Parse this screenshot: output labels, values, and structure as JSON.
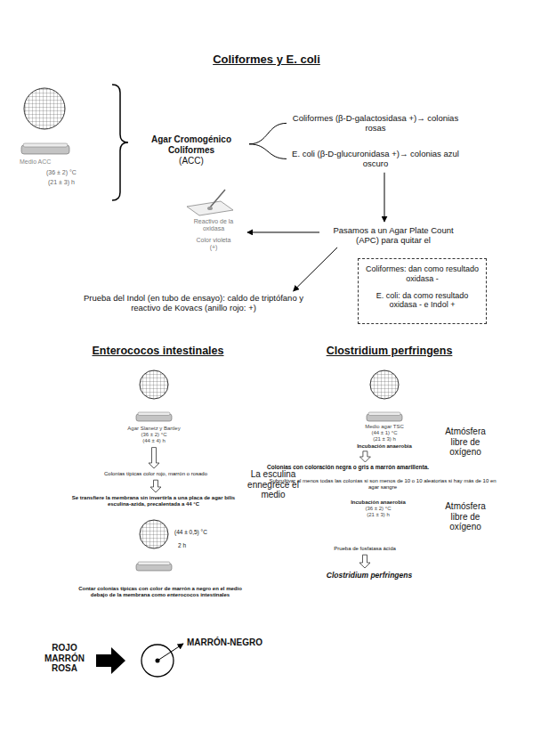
{
  "diagram": {
    "title": "Coliformes y E. coli",
    "nodes": [
      {
        "text": [
          "Medio ACC",
          "(36 ± 2) °C",
          "(21 ± 3) h"
        ]
      },
      {
        "text": [
          "Agar Cromogénico Coliformes",
          "(ACC)"
        ]
      },
      {
        "text": [
          "Coliformes (β-D-galactosidasa +)→ colonias rosas"
        ]
      },
      {
        "text": [
          "E. coli (β-D-glucuronidasa +)→ colonias azul oscuro"
        ]
      },
      {
        "text": [
          "Pasamos a un Agar Plate Count (APC) para quitar el"
        ]
      },
      {
        "text": [
          "Reactivo de la oxidasa",
          "Color violeta",
          "(+)"
        ]
      },
      {
        "text": [
          "Coliformes: dan como resultado oxidasa -",
          "E. coli: da como resultado oxidasa - e Indol +"
        ]
      },
      {
        "text": [
          "Prueba del Indol (en tubo de ensayo): caldo de triptófano y reactivo de Kovacs (anillo rojo: +)"
        ]
      },
      {
        "text": [
          "Agar Slanetz y Bartley",
          "(36 ± 2) °C",
          "(44 ± 4) h"
        ]
      },
      {
        "text": [
          "Colonias típicas color rojo, marrón o rosado"
        ]
      },
      {
        "text": [
          "Se transfiere la membrana sin invertirla a una placa de agar bilis esculina-azida, precalentada a 44 °C"
        ]
      },
      {
        "text": [
          "(44 ± 0,5) °C",
          "2 h"
        ]
      },
      {
        "text": [
          "Contar colonias típicas con color de marrón a negro en el medio debajo de la membrana como enterococos intestinales"
        ]
      },
      {
        "text": [
          "Medio agar TSC",
          "(44 ± 1) °C",
          "(21 ± 3) h",
          "Incubación anaerobia"
        ]
      },
      {
        "text": [
          "Colonias con coloración negra o gris a marrón amarillenta."
        ]
      },
      {
        "text": [
          "Subcultivar al menos todas las colonias si son menos de 10 o 10 aleatorias si hay más de 10 en agar sangre"
        ]
      },
      {
        "text": [
          "Incubación anaerobia",
          "(36 ± 2) °C",
          "(21 ± 3) h"
        ]
      },
      {
        "text": [
          "Prueba de fosfatasa ácida"
        ]
      },
      {
        "text": [
          "Clostridium perfringens"
        ]
      }
    ],
    "edges": [
      {
        "from": 1,
        "to": 2,
        "arrow": "none"
      },
      {
        "from": 1,
        "to": 3,
        "arrow": "none"
      },
      {
        "from": 3,
        "to": 4,
        "arrow": "to"
      },
      {
        "from": 4,
        "to": 5,
        "arrow": "to"
      },
      {
        "from": 4,
        "to": 7,
        "arrow": "to"
      },
      {
        "from": 8,
        "to": 9,
        "arrow": "to"
      },
      {
        "from": 9,
        "to": 10,
        "arrow": "to"
      },
      {
        "from": 13,
        "to": 14,
        "arrow": "to"
      },
      {
        "from": 17,
        "to": 18,
        "arrow": "to"
      }
    ],
    "labels": [
      "Enterococos intestinales",
      "Clostridium perfringens",
      "La esculina ennegrece el medio",
      "ROJO MARRÓN ROSA",
      "MARRÓN-NEGRO",
      "Atmósfera libre de oxígeno",
      "Atmósfera libre de oxígeno"
    ]
  }
}
